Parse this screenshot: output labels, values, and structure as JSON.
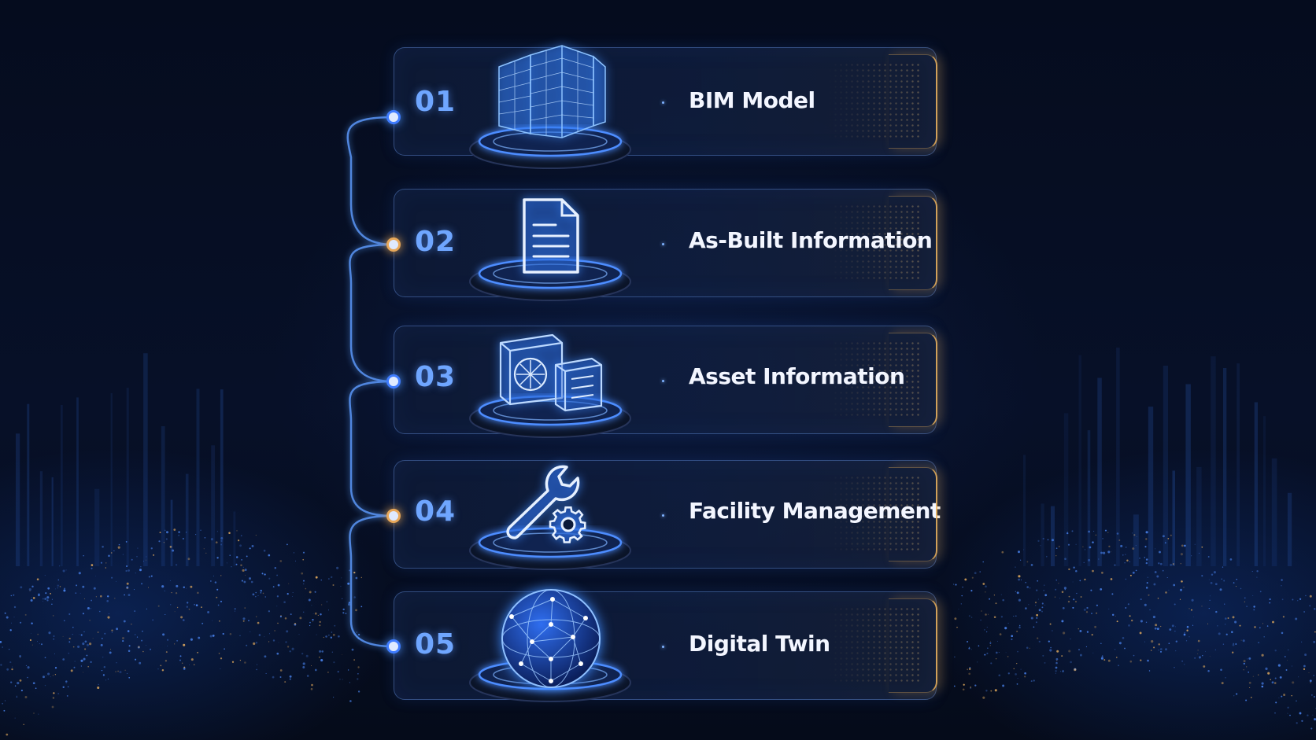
{
  "steps": [
    {
      "number": "01",
      "label": "BIM Model",
      "icon": "building-icon"
    },
    {
      "number": "02",
      "label": "As-Built Information",
      "icon": "document-icon"
    },
    {
      "number": "03",
      "label": "Asset Information",
      "icon": "equipment-icon"
    },
    {
      "number": "04",
      "label": "Facility Management",
      "icon": "wrench-gear-icon"
    },
    {
      "number": "05",
      "label": "Digital Twin",
      "icon": "globe-network-icon"
    }
  ],
  "colors": {
    "background": "#040a18",
    "accent_blue": "#6fa6ff",
    "accent_gold": "#e8a85a",
    "label_text": "#f3f6ff"
  }
}
